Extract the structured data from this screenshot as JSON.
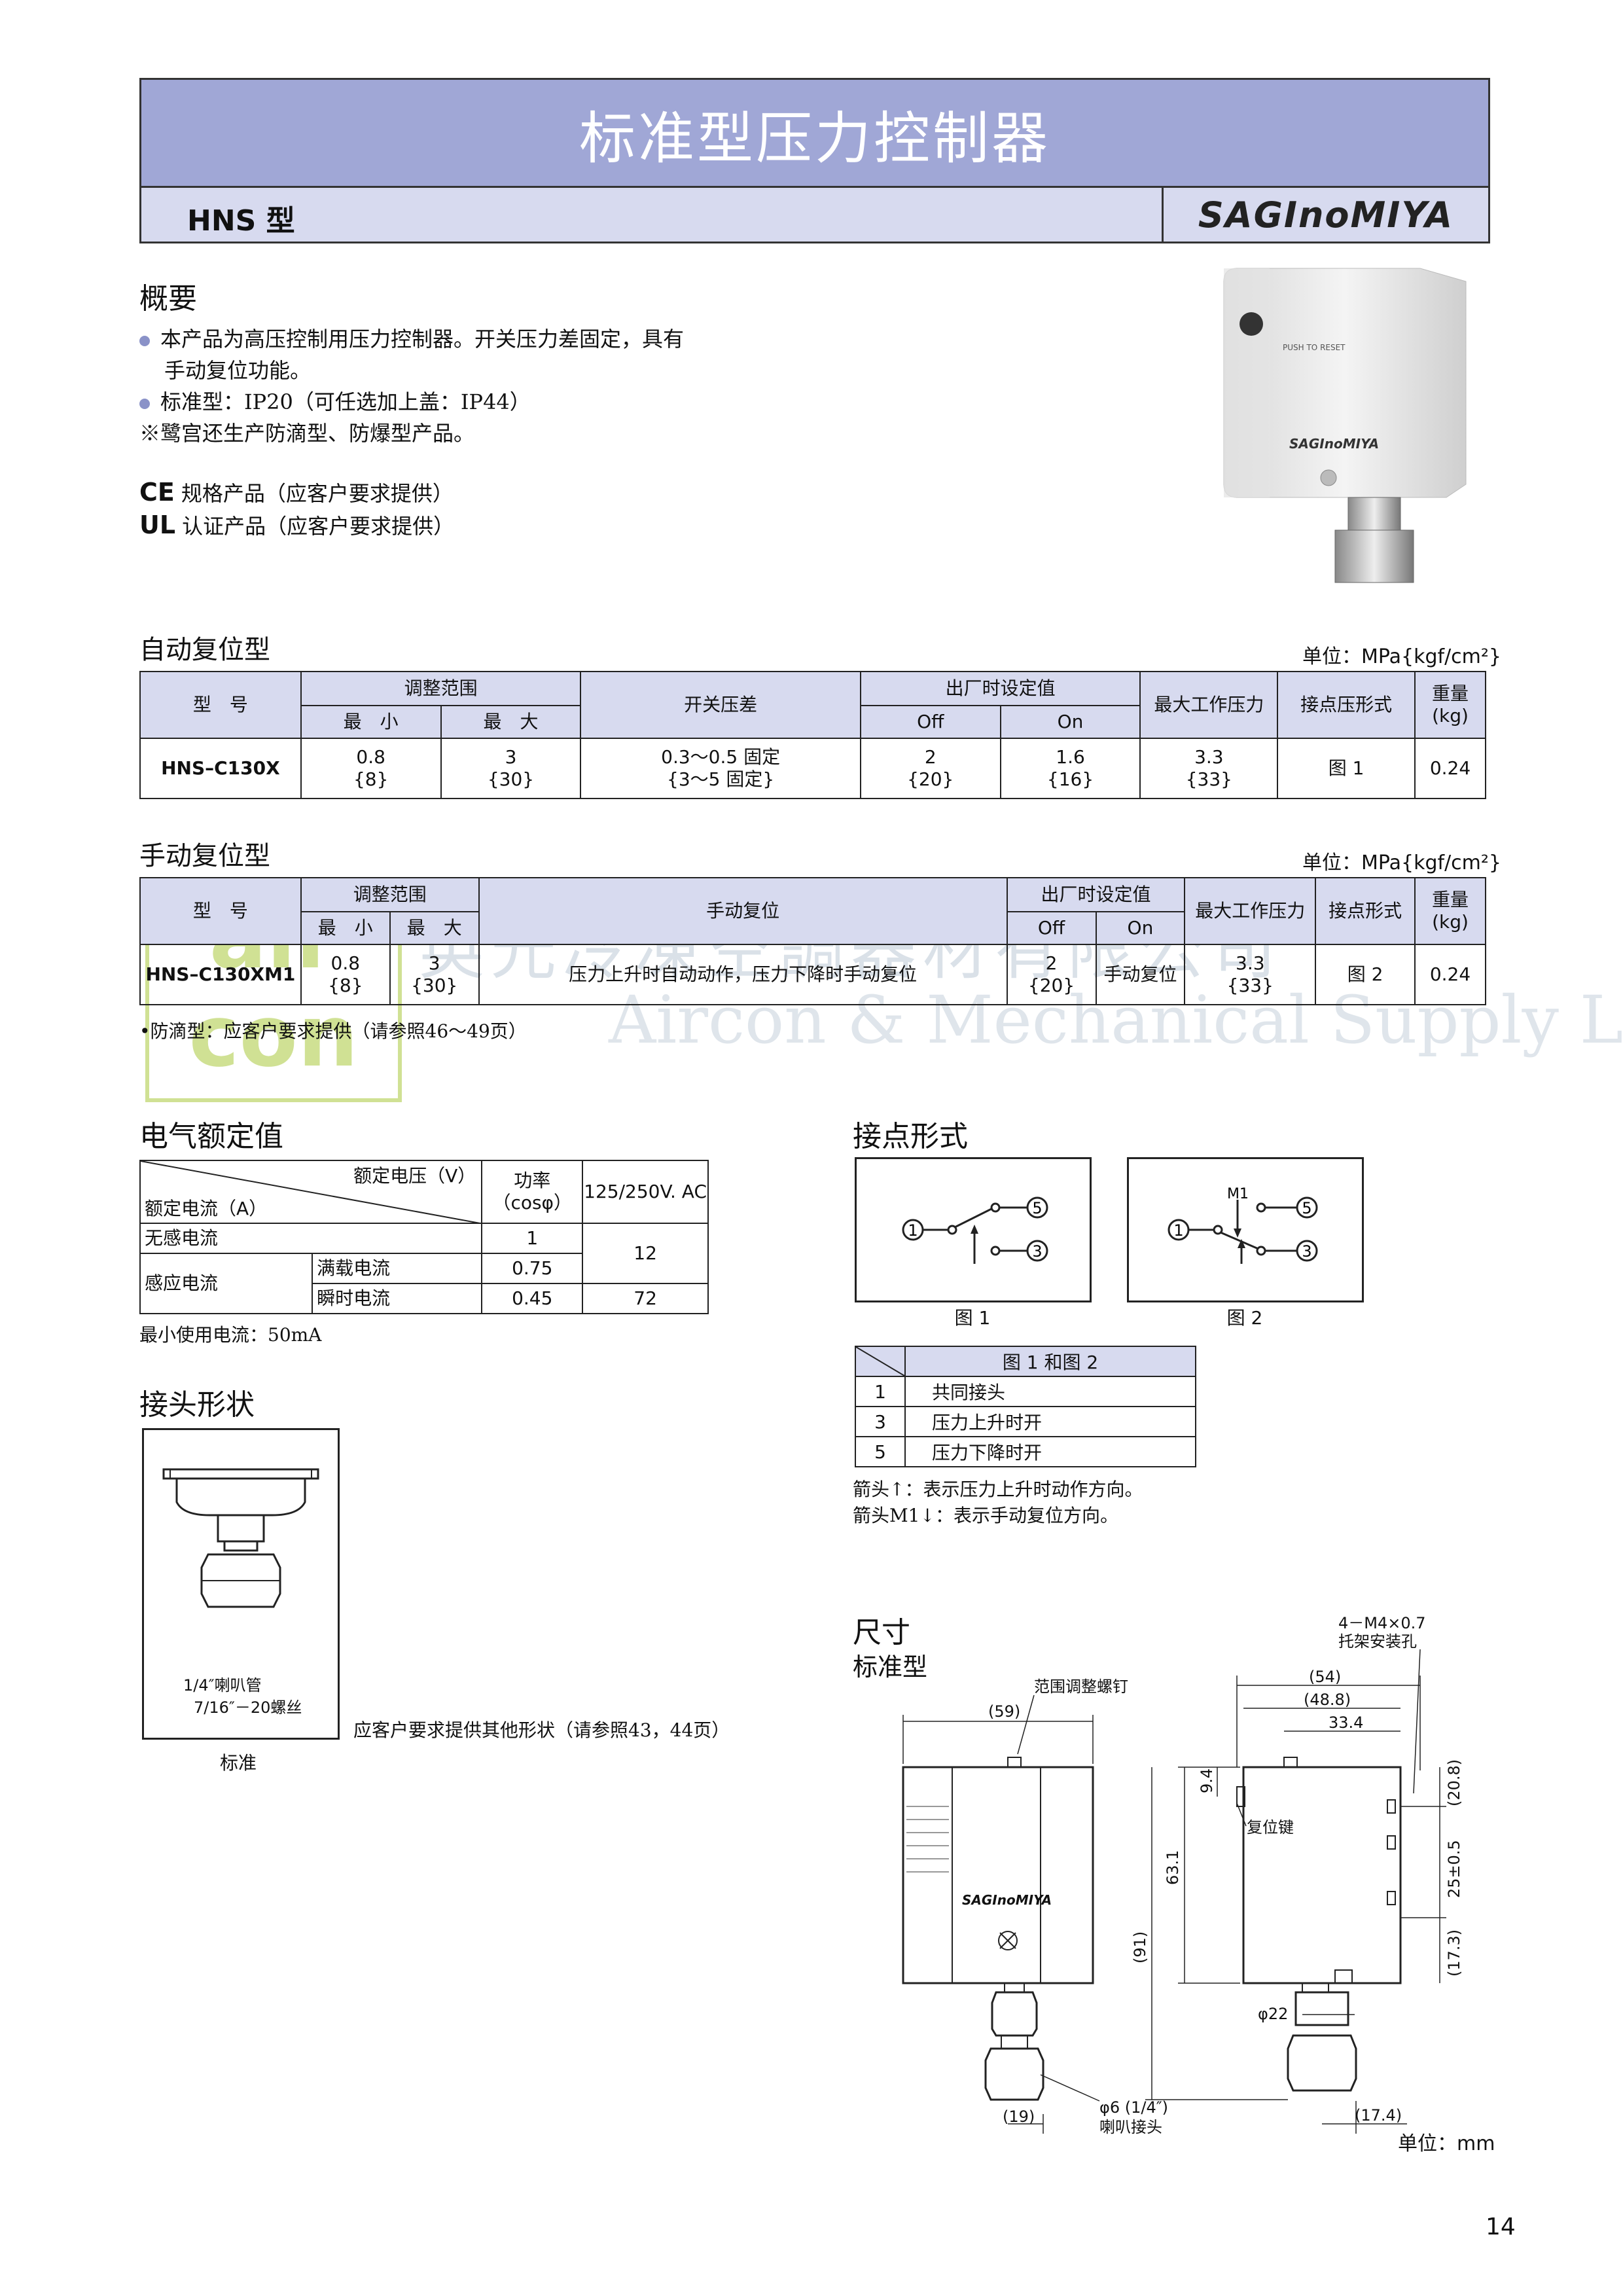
{
  "header": {
    "title": "标准型压力控制器",
    "model": "HNS 型",
    "brand": "SAGInoMIYA"
  },
  "overview": {
    "title": "概要",
    "bullet1_line1": "本产品为高压控制用压力控制器。开关压力差固定，具有",
    "bullet1_line2": "手动复位功能。",
    "bullet2": "标准型：IP20（可任选加上盖：IP44）",
    "note": "※鹭宫还生产防滴型、防爆型产品。",
    "ce_mark": "CE",
    "ce_text": "规格产品（应客户要求提供）",
    "ul_mark": "UL",
    "ul_text": "认证产品（应客户要求提供）"
  },
  "product_photo": {
    "push_label": "PUSH TO RESET",
    "brand": "SAGInoMIYA"
  },
  "auto_reset": {
    "title": "自动复位型",
    "unit": "单位：MPa{kgf/cm²}",
    "h_model": "型　号",
    "h_range": "调整范围",
    "h_min": "最　小",
    "h_max": "最　大",
    "h_diff": "开关压差",
    "h_factory": "出厂时设定值",
    "h_off": "Off",
    "h_on": "On",
    "h_maxp": "最大工作压力",
    "h_contact": "接点压形式",
    "h_weight": "重量",
    "h_weight_unit": "(kg)",
    "row": {
      "model": "HNS–C130X",
      "min1": "0.8",
      "min2": "{8}",
      "max1": "3",
      "max2": "{30}",
      "diff1": "0.3～0.5 固定",
      "diff2": "{3～5 固定}",
      "off1": "2",
      "off2": "{20}",
      "on1": "1.6",
      "on2": "{16}",
      "maxp1": "3.3",
      "maxp2": "{33}",
      "contact": "图 1",
      "weight": "0.24"
    }
  },
  "manual_reset": {
    "title": "手动复位型",
    "unit": "单位：MPa{kgf/cm²}",
    "h_model": "型　号",
    "h_range": "调整范围",
    "h_min": "最　小",
    "h_max": "最　大",
    "h_manual": "手动复位",
    "h_factory": "出厂时设定值",
    "h_off": "Off",
    "h_on": "On",
    "h_maxp": "最大工作压力",
    "h_contact": "接点形式",
    "h_weight": "重量",
    "h_weight_unit": "(kg)",
    "row": {
      "model": "HNS–C130XM1",
      "min1": "0.8",
      "min2": "{8}",
      "max1": "3",
      "max2": "{30}",
      "manual": "压力上升时自动动作，压力下降时手动复位",
      "off1": "2",
      "off2": "{20}",
      "on": "手动复位",
      "maxp1": "3.3",
      "maxp2": "{33}",
      "contact": "图 2",
      "weight": "0.24"
    },
    "note": "•防滴型：应客户要求提供（请参照46～49页）"
  },
  "watermark": {
    "logo": "air con",
    "chinese": "英光冷凍空調器材有限公司",
    "english": "Aircon & Mechanical Supply Ltd"
  },
  "electrical": {
    "title": "电气额定值",
    "h_voltage": "额定电压（V）",
    "h_current": "额定电流（A）",
    "h_pf1": "功率",
    "h_pf2": "（cosφ）",
    "h_volt_val": "125/250V. AC",
    "r1_label": "无感电流",
    "r1_pf": "1",
    "r23_value_a": "12",
    "r2_group": "感应电流",
    "r2_label": "满载电流",
    "r2_pf": "0.75",
    "r3_label": "瞬时电流",
    "r3_pf": "0.45",
    "r3_val": "72",
    "note": "最小使用电流：50mA"
  },
  "contact_form": {
    "title": "接点形式",
    "fig1": "图 1",
    "fig2": "图 2",
    "m1": "M1",
    "t1": "1",
    "t3": "3",
    "t5": "5",
    "legend_header": "图 1 和图 2",
    "legend": [
      {
        "num": "1",
        "desc": "共同接头"
      },
      {
        "num": "3",
        "desc": "压力上升时开"
      },
      {
        "num": "5",
        "desc": "压力下降时开"
      }
    ],
    "arrow_note1": "箭头↑：表示压力上升时动作方向。",
    "arrow_note2": "箭头M1↓：表示手动复位方向。"
  },
  "connector": {
    "title": "接头形状",
    "label1": "1/4″喇叭管",
    "label2": "7/16″－20螺丝",
    "caption": "标准",
    "note": "应客户要求提供其他形状（请参照43，44页）"
  },
  "dimensions": {
    "title": "尺寸",
    "subtitle": "标准型",
    "mount": "4－M4×0.7",
    "mount2": "托架安装孔",
    "adj_screw": "范围调整螺钉",
    "reset_key": "复位键",
    "d59": "(59)",
    "d54": "(54)",
    "d48": "(48.8)",
    "d33": "33.4",
    "d94": "9.4",
    "d631": "63.1",
    "d91": "(91)",
    "d208": "(20.8)",
    "d25": "25±0.5",
    "d173": "(17.3)",
    "d22": "φ22",
    "d19": "(19)",
    "d174": "(17.4)",
    "flare1": "φ6 (1/4″)",
    "flare2": "喇叭接头",
    "brand": "SAGInoMIYA",
    "unit": "单位：mm"
  },
  "page_number": "14"
}
